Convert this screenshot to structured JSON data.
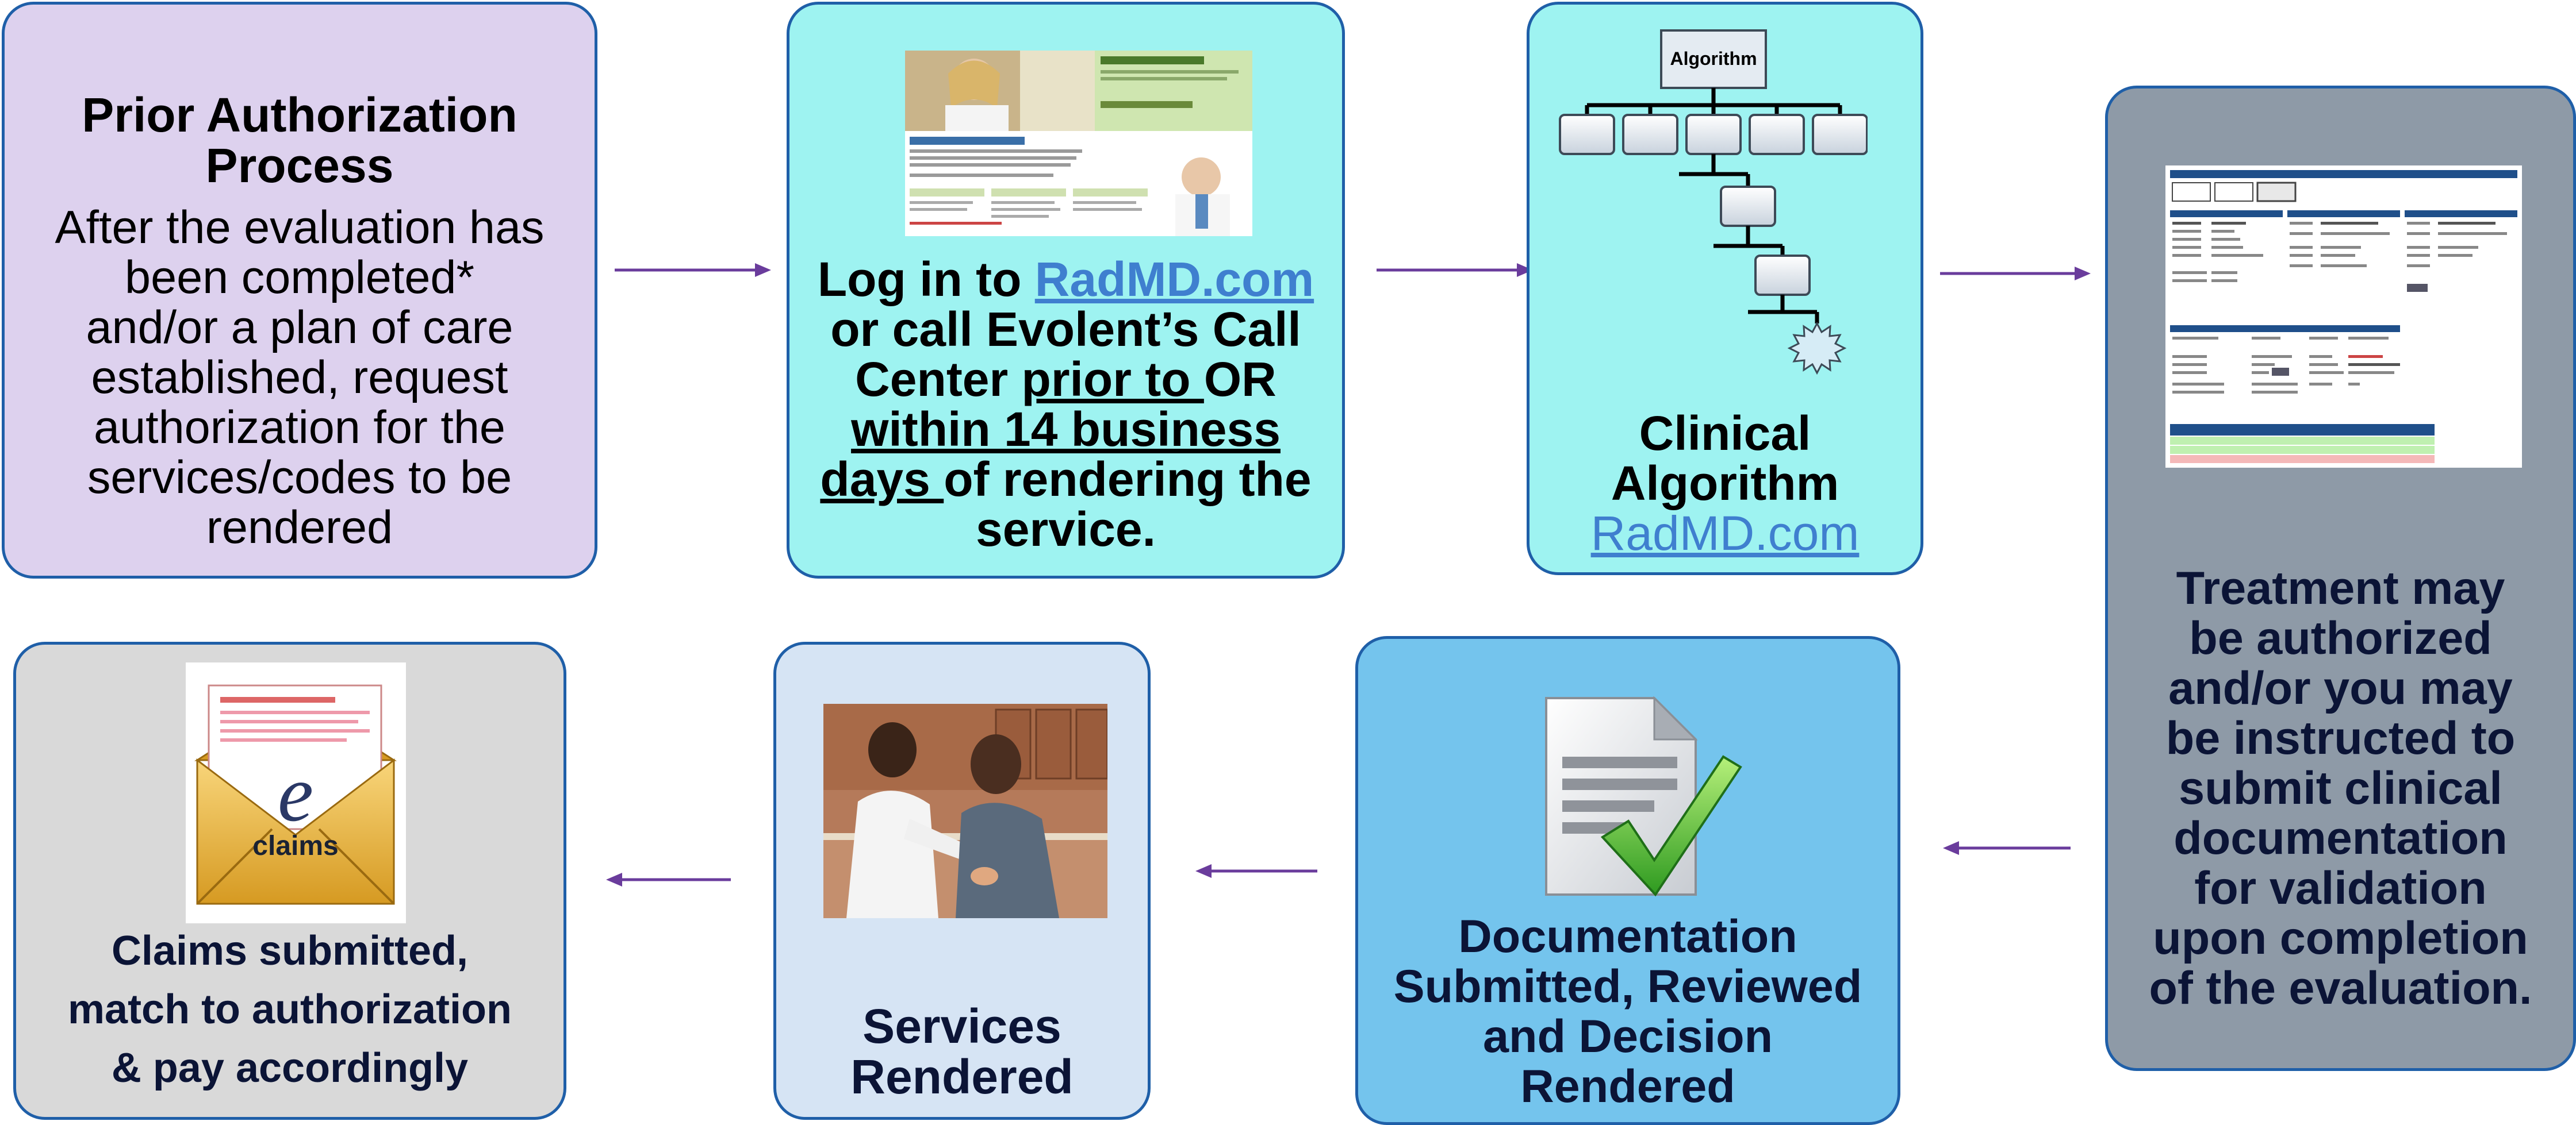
{
  "colors": {
    "arrow": "#6a3c9c",
    "box_border": "#1f5fa8",
    "link": "#3f7fcf"
  },
  "step1": {
    "title_line1": "Prior Authorization",
    "title_line2": "Process",
    "body_lines": [
      "After the evaluation has",
      "been completed*",
      "and/or a plan of care",
      "established, request",
      "authorization for the",
      "services/codes to be",
      "rendered"
    ]
  },
  "step2": {
    "image": "radmd-website-screenshot",
    "prefix": "Log in to ",
    "link": "RadMD.com",
    "line2": "or call Evolent’s Call",
    "line3_start": "Center ",
    "line3_underlined": "prior to ",
    "line3_end": "OR",
    "line4_underlined": "within 14 business",
    "line5_underlined": "days ",
    "line5_end": "of rendering the",
    "line6": "service."
  },
  "step3": {
    "diagram_root": "Algorithm",
    "title_line1": "Clinical",
    "title_line2": "Algorithm",
    "link": "RadMD.com"
  },
  "step4": {
    "image": "case-request-form-screenshot",
    "lines": [
      "Treatment may",
      "be authorized",
      "and/or you may",
      "be instructed to",
      "submit clinical",
      "documentation",
      "for validation",
      "upon completion",
      "of the evaluation."
    ]
  },
  "step5": {
    "image": "document-checkmark-icon",
    "lines": [
      "Documentation",
      "Submitted, Reviewed",
      "and Decision",
      "Rendered"
    ]
  },
  "step6": {
    "image": "clinician-and-patient-photo",
    "lines": [
      "Services",
      "Rendered"
    ]
  },
  "step7": {
    "image_label": "e",
    "image_sublabel": "claims",
    "lines": [
      "Claims submitted,",
      "match to authorization",
      "& pay accordingly"
    ]
  }
}
